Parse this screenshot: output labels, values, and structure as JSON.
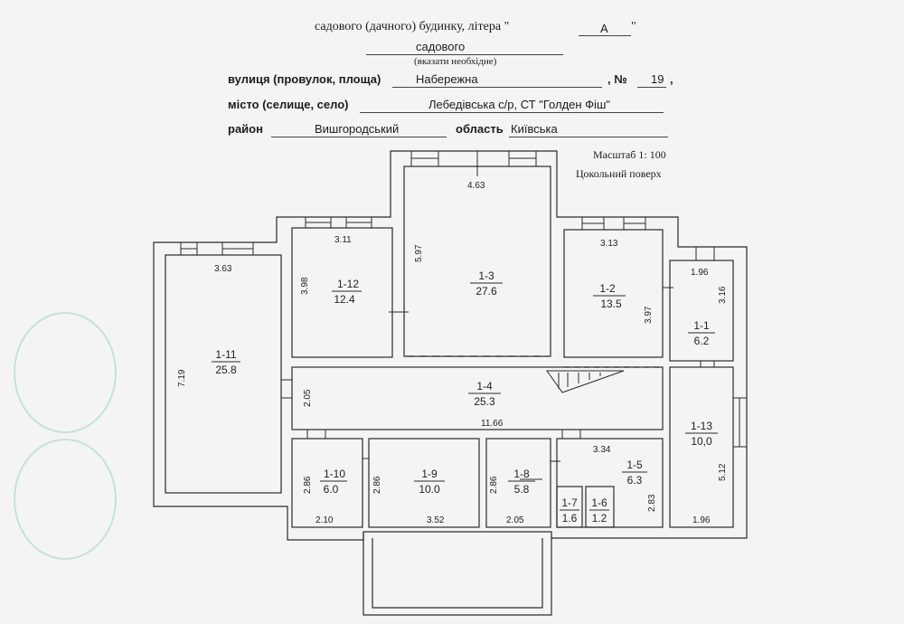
{
  "header": {
    "title_line": "садового (дачного) будинку, літера \"",
    "title_close": "\"",
    "litera": "А",
    "subtype": "садового",
    "hint": "(вказати необхідне)",
    "street_label": "вулиця (провулок, площа)",
    "street_value": "Набережна",
    "number_label": ", №",
    "number_value": "19",
    "comma": ",",
    "city_label": "місто (селище, село)",
    "city_value": "Лебедівська с/р, СТ \"Голден Фіш\"",
    "district_label": "район",
    "district_value": "Вишгородський",
    "region_label": "область",
    "region_value": "Київська"
  },
  "scale": "Масштаб 1: 100",
  "floor": "Цокольний поверх",
  "rooms": [
    {
      "id": "1-1",
      "area": "6.2"
    },
    {
      "id": "1-2",
      "area": "13.5"
    },
    {
      "id": "1-3",
      "area": "27.6"
    },
    {
      "id": "1-4",
      "area": "25.3"
    },
    {
      "id": "1-5",
      "area": "6.3"
    },
    {
      "id": "1-6",
      "area": "1.2"
    },
    {
      "id": "1-7",
      "area": "1.6"
    },
    {
      "id": "1-8",
      "area": "5.8"
    },
    {
      "id": "1-9",
      "area": "10.0"
    },
    {
      "id": "1-10",
      "area": "6.0"
    },
    {
      "id": "1-11",
      "area": "25.8"
    },
    {
      "id": "1-12",
      "area": "12.4"
    },
    {
      "id": "1-13",
      "area": "10,0"
    }
  ],
  "dimensions": [
    "4.63",
    "5.97",
    "3.11",
    "3.98",
    "3.13",
    "3.97",
    "3.63",
    "7.19",
    "1.96",
    "3.16",
    "2.05",
    "11.66",
    "3.34",
    "2.86",
    "2.86",
    "2.86",
    "2.10",
    "3.52",
    "2.05",
    "2.83",
    "5.12",
    "1.96"
  ]
}
